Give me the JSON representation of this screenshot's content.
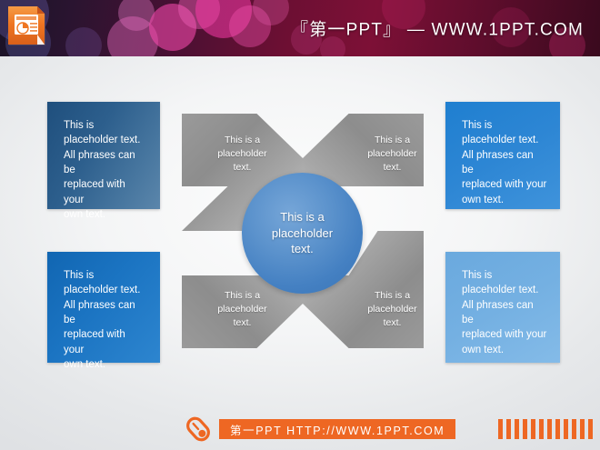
{
  "header": {
    "title": "『第一PPT』 — WWW.1PPT.COM",
    "icon": "powerpoint-document-icon",
    "background_color": "#6d0f33",
    "bokeh_color": "#e23a8f"
  },
  "footer": {
    "label": "第一PPT HTTP://WWW.1PPT.COM",
    "icon": "pen-icon",
    "accent_color": "#ee6723",
    "bar_count": 12
  },
  "slide": {
    "background_color": "#eceef0",
    "center": {
      "text": "This is a\nplaceholder\ntext.",
      "color": "#4480c2"
    },
    "arrows": [
      {
        "position": "top-left",
        "direction": "down-right",
        "text": "This is a\nplaceholder\ntext.",
        "color": "#9a9a9a"
      },
      {
        "position": "top-right",
        "direction": "down-left",
        "text": "This is a\nplaceholder\ntext.",
        "color": "#9a9a9a"
      },
      {
        "position": "bottom-left",
        "direction": "up-right",
        "text": "This is a\nplaceholder\ntext.",
        "color": "#9a9a9a"
      },
      {
        "position": "bottom-right",
        "direction": "up-left",
        "text": "This is a\nplaceholder\ntext.",
        "color": "#9a9a9a"
      }
    ],
    "boxes": [
      {
        "position": "top-left",
        "text": "This is placeholder text.\nAll phrases can be\nreplaced with your\nown text.",
        "color": "#2d5f8d"
      },
      {
        "position": "top-right",
        "text": "This is placeholder text.\nAll phrases can be\nreplaced with your\nown text.",
        "color": "#2d86d4"
      },
      {
        "position": "bottom-left",
        "text": "This is placeholder text.\nAll phrases can be\nreplaced with your\nown text.",
        "color": "#1b74c2"
      },
      {
        "position": "bottom-right",
        "text": "This is placeholder text.\nAll phrases can be\nreplaced with your\nown text.",
        "color": "#74b0e2"
      }
    ]
  }
}
